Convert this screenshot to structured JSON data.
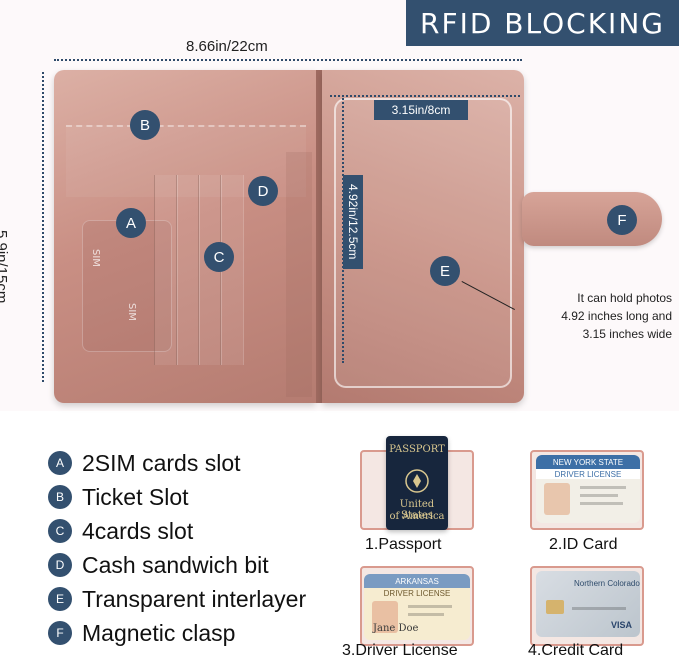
{
  "banner": {
    "text": "RFID  BLOCKING"
  },
  "dimensions": {
    "width": "8.66in/22cm",
    "height": "5.9in/15cm",
    "photo_width": "3.15in/8cm",
    "photo_height": "4.92in/12.5cm"
  },
  "labels": {
    "a": "A",
    "b": "B",
    "c": "C",
    "d": "D",
    "e": "E",
    "f": "F"
  },
  "sim": {
    "text": "SIM"
  },
  "note": {
    "line1": "It can hold photos",
    "line2": "4.92 inches long and",
    "line3": "3.15 inches wide"
  },
  "legend": [
    {
      "badge": "A",
      "text": "2SIM cards slot"
    },
    {
      "badge": "B",
      "text": "Ticket Slot"
    },
    {
      "badge": "C",
      "text": "4cards slot"
    },
    {
      "badge": "D",
      "text": "Cash sandwich bit"
    },
    {
      "badge": "E",
      "text": "Transparent interlayer"
    },
    {
      "badge": "F",
      "text": "Magnetic clasp"
    }
  ],
  "items": {
    "passport": "1.Passport",
    "id_card": "2.ID Card",
    "driver_license": "3.Driver  License",
    "credit_card": "4.Credit Card"
  },
  "passport": {
    "title": "PASSPORT",
    "line1": "United States",
    "line2": "of America"
  },
  "id_card": {
    "title": "NEW YORK STATE",
    "subtitle": "DRIVER LICENSE"
  },
  "driver_card": {
    "title": "ARKANSAS",
    "subtitle": "DRIVER LICENSE",
    "signature": "Jane Doe"
  },
  "credit_card": {
    "brand": "VISA",
    "bank": "Northern Colorado"
  },
  "colors": {
    "navy": "#33506f",
    "rose": "#c98f84",
    "frame": "#d99a8e"
  }
}
